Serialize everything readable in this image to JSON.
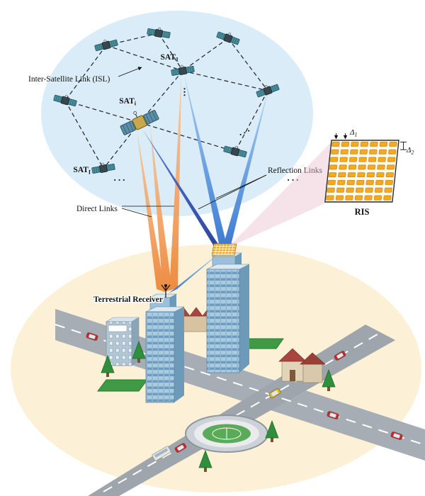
{
  "figure": {
    "sky_color": "#d9ecf8",
    "ground_color": "#fcf1d6",
    "beam_orange_light": "#f8c9a0",
    "beam_orange_dark": "#ec8435",
    "beam_blue_light": "#a6cdf0",
    "beam_blue_dark": "#2a6fce",
    "beam_deepblue_light": "#5571d6",
    "beam_deepblue_dark": "#16348f",
    "ris_cell_color": "#f6a91e",
    "ris_cone_color": "#e9c2cf"
  },
  "labels": {
    "isl": "Inter-Satellite Link (ISL)",
    "direct_links": "Direct  Links",
    "reflection_links": "Reflection Links",
    "terrestrial_receiver": "Terrestrial  Receiver",
    "ris": "RIS",
    "sat_base": "SAT",
    "sat1_sub": "1",
    "sati_sub": "i",
    "satI_sub": "I",
    "delta_base": "Δ",
    "delta1_sub": "1",
    "delta2_sub": "2",
    "dots_h": "···",
    "dots_v": "⋮"
  }
}
